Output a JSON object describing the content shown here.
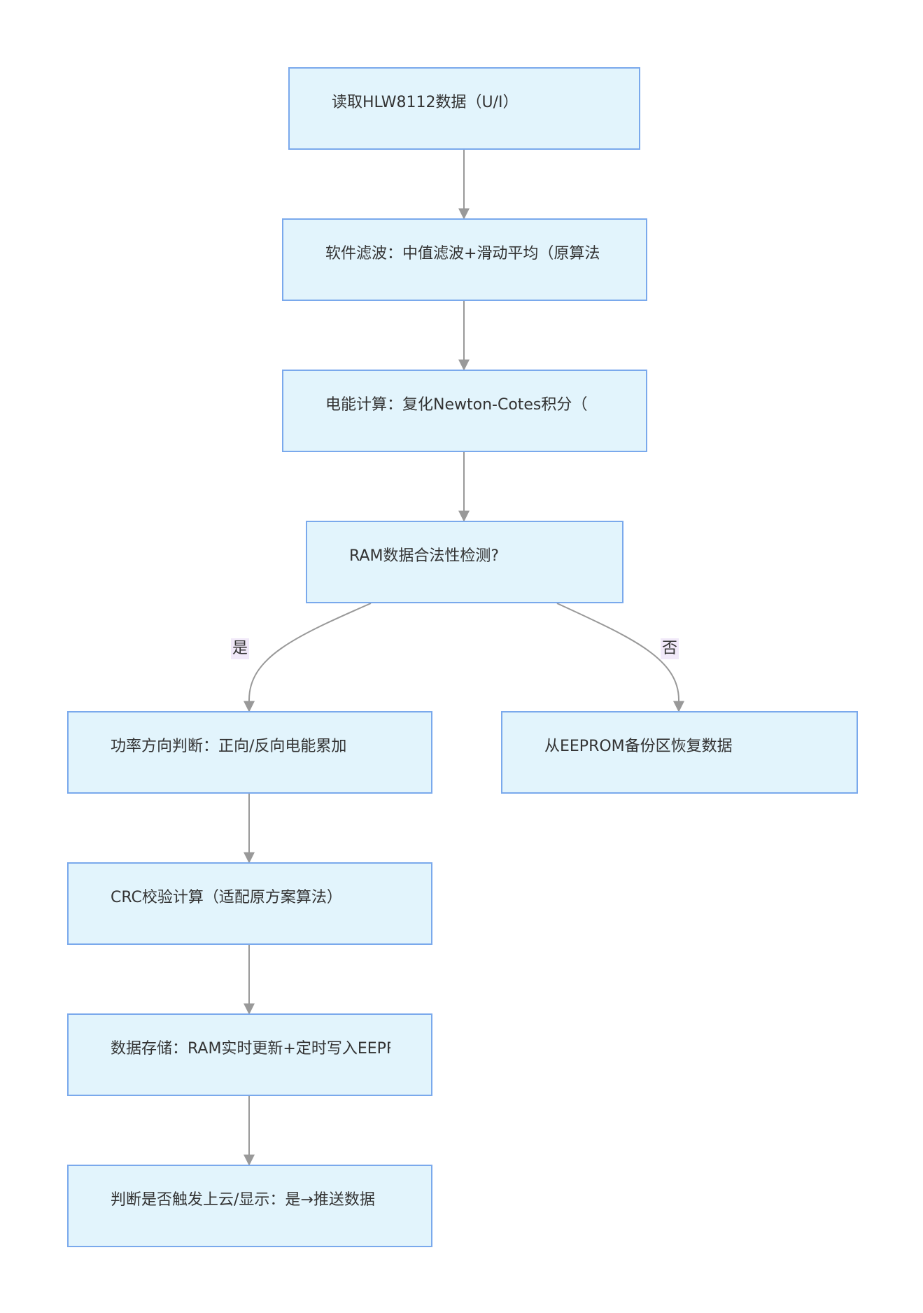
{
  "diagram": {
    "nodes": [
      {
        "id": "read",
        "label": "读取HLW8112数据（U/I）"
      },
      {
        "id": "filter",
        "label": "软件滤波：中值滤波+滑动平均（原算法"
      },
      {
        "id": "energy",
        "label": "电能计算：复化Newton-Cotes积分（"
      },
      {
        "id": "check",
        "label": "RAM数据合法性检测?"
      },
      {
        "id": "direction",
        "label": "功率方向判断：正向/反向电能累加"
      },
      {
        "id": "restore",
        "label": "从EEPROM备份区恢复数据"
      },
      {
        "id": "crc",
        "label": "CRC校验计算（适配原方案算法）"
      },
      {
        "id": "store",
        "label": "数据存储：RAM实时更新+定时写入EEPROM"
      },
      {
        "id": "report",
        "label": "判断是否触发上云/显示：是→推送数据"
      }
    ],
    "edges": [
      {
        "from": "read",
        "to": "filter",
        "label": ""
      },
      {
        "from": "filter",
        "to": "energy",
        "label": ""
      },
      {
        "from": "energy",
        "to": "check",
        "label": ""
      },
      {
        "from": "check",
        "to": "direction",
        "label": "是"
      },
      {
        "from": "check",
        "to": "restore",
        "label": "否"
      },
      {
        "from": "direction",
        "to": "crc",
        "label": ""
      },
      {
        "from": "crc",
        "to": "store",
        "label": ""
      },
      {
        "from": "store",
        "to": "report",
        "label": ""
      }
    ]
  },
  "colors": {
    "node_fill": "#e2f4fc",
    "node_border": "#7aa9ec",
    "edge": "#999999",
    "edge_label_bg": "#f1e9f9",
    "text": "#333333"
  }
}
